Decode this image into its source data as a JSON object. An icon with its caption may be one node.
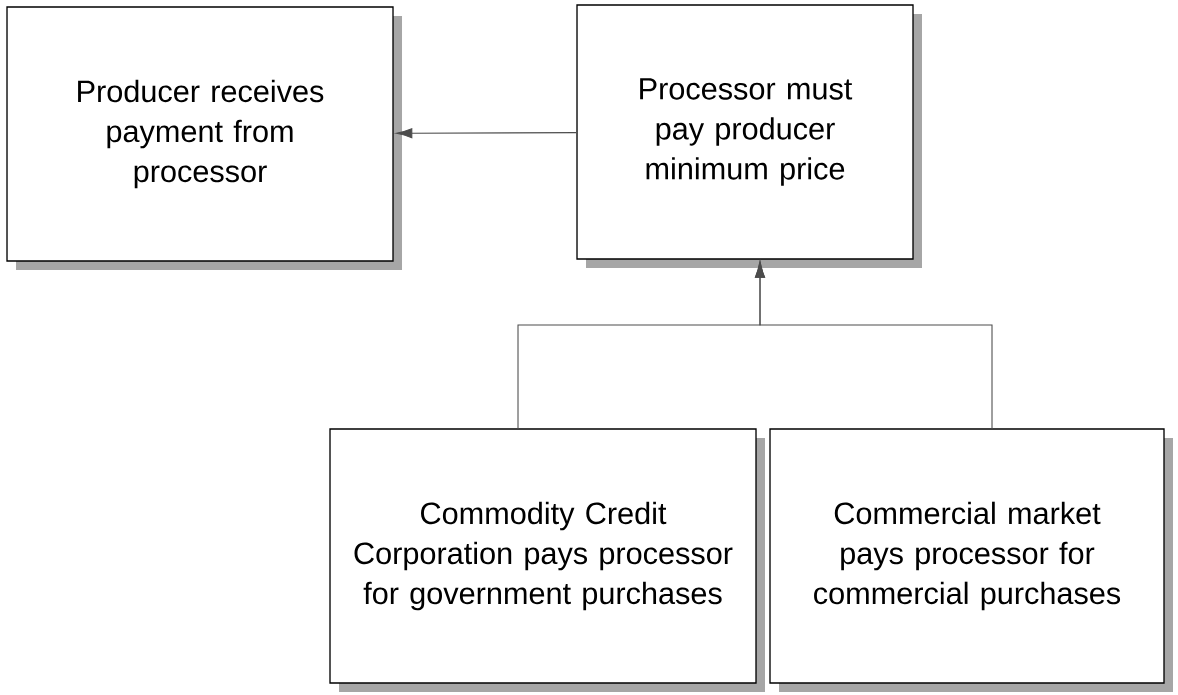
{
  "diagram": {
    "nodes": [
      {
        "text": [
          "Producer receives payment from processor"
        ]
      },
      {
        "text": [
          "Processor must pay producer minimum price"
        ]
      },
      {
        "text": [
          "Commodity Credit Corporation pays processor for government purchases"
        ]
      },
      {
        "text": [
          "Commercial market pays processor for commercial purchases"
        ]
      }
    ],
    "edges": [
      {
        "from": 1,
        "to": 0,
        "arrow": "to"
      },
      {
        "from": 2,
        "to": 1,
        "arrow": "to"
      },
      {
        "from": 3,
        "to": 1,
        "arrow": "to"
      }
    ]
  }
}
